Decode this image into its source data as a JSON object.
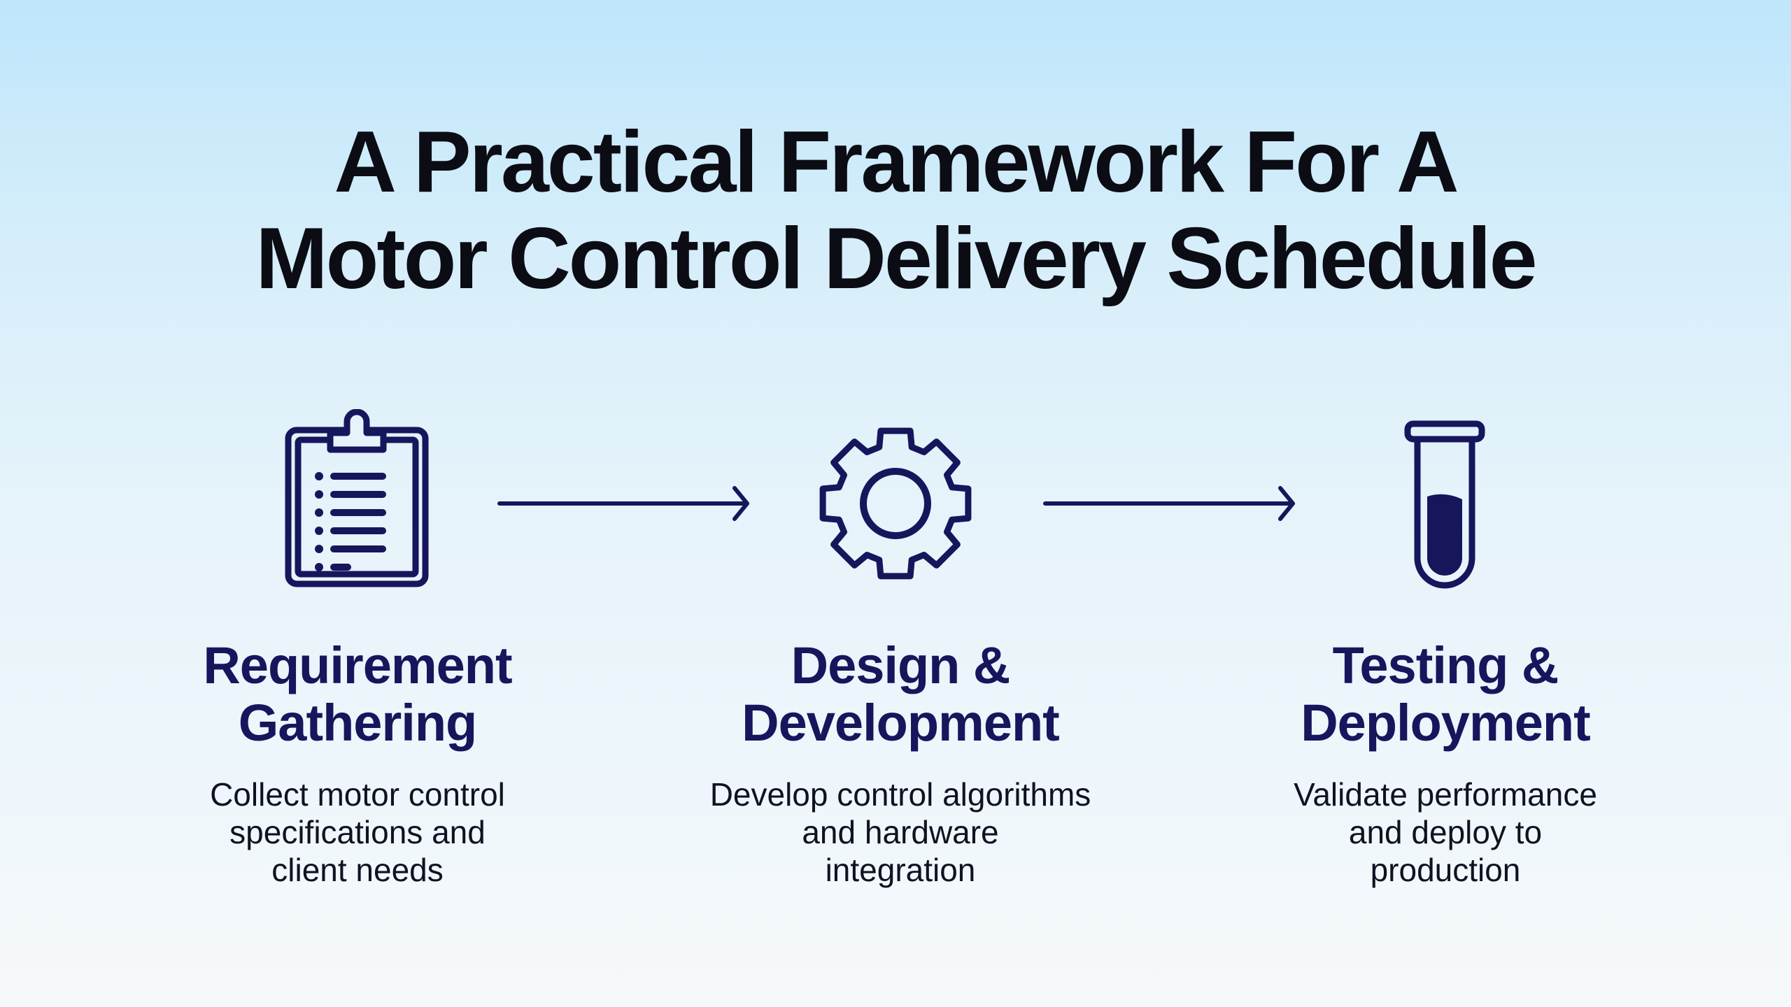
{
  "title": {
    "line1": "A Practical Framework For A",
    "line2": "Motor Control Delivery Schedule"
  },
  "colors": {
    "navy": "#16165c",
    "text": "#0c0c14"
  },
  "steps": [
    {
      "icon": "clipboard-icon",
      "title_line1": "Requirement",
      "title_line2": "Gathering",
      "desc": [
        "Collect motor control",
        "specifications and",
        "client needs"
      ]
    },
    {
      "icon": "gear-icon",
      "title_line1": "Design &",
      "title_line2": "Development",
      "desc": [
        "Develop control algorithms",
        "and hardware",
        "integration"
      ]
    },
    {
      "icon": "test-tube-icon",
      "title_line1": "Testing &",
      "title_line2": "Deployment",
      "desc": [
        "Validate performance",
        "and deploy to",
        "production"
      ]
    }
  ]
}
